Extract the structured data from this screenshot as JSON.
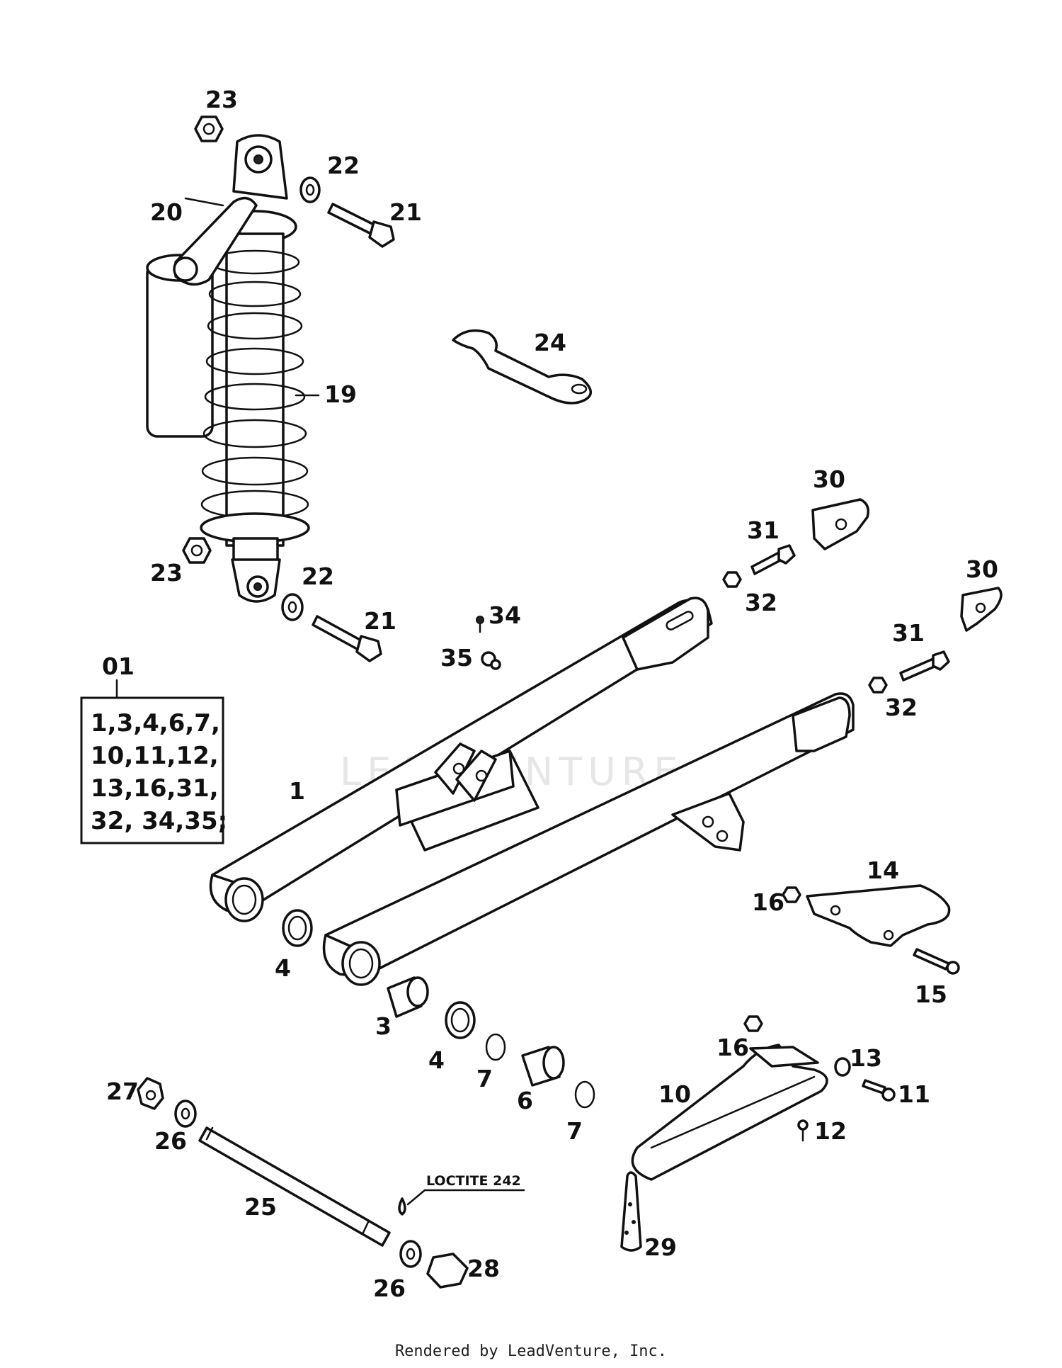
{
  "callouts": {
    "c1": "1",
    "c3": "3",
    "c4a": "4",
    "c4b": "4",
    "c6": "6",
    "c7a": "7",
    "c7b": "7",
    "c10": "10",
    "c11": "11",
    "c12": "12",
    "c13": "13",
    "c14": "14",
    "c15": "15",
    "c16a": "16",
    "c16b": "16",
    "c19": "19",
    "c20": "20",
    "c21a": "21",
    "c21b": "21",
    "c22a": "22",
    "c22b": "22",
    "c23a": "23",
    "c23b": "23",
    "c24": "24",
    "c25": "25",
    "c26a": "26",
    "c26b": "26",
    "c27": "27",
    "c28": "28",
    "c29": "29",
    "c30a": "30",
    "c30b": "30",
    "c31a": "31",
    "c31b": "31",
    "c32a": "32",
    "c32b": "32",
    "c34": "34",
    "c35": "35"
  },
  "kit": {
    "number": "01",
    "lines": [
      "1,3,4,6,7,",
      "10,11,12,",
      "13,16,31,",
      "32, 34,35;"
    ]
  },
  "note": {
    "loctite": "LOCTITE 242"
  },
  "watermark": "LEADVENTURE",
  "footer": "Rendered by LeadVenture, Inc."
}
